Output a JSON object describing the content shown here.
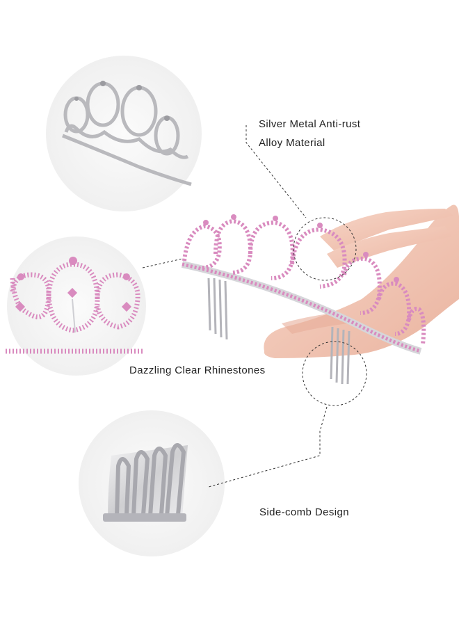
{
  "labels": {
    "silver_line1": "Silver Metal Anti-rust",
    "silver_line2": "Alloy Material",
    "rhinestones": "Dazzling Clear Rhinestones",
    "side_comb": "Side-comb Design"
  },
  "colors": {
    "background": "#ffffff",
    "circle_fill": "#f5f5f5",
    "text": "#222222",
    "rhinestone_pink": "#d98bbf",
    "silver": "#c8c8cc",
    "skin": "#f3c9b9"
  }
}
